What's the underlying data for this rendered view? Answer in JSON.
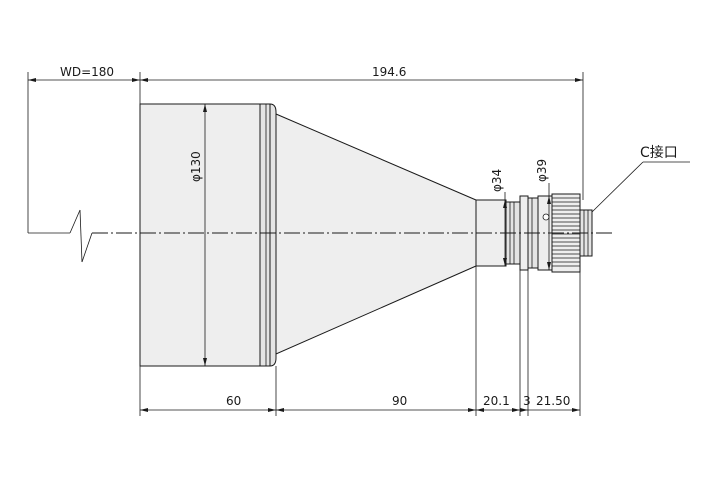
{
  "drawing": {
    "working_distance": "WD=180",
    "overall_length": "194.6",
    "front_diameter": "φ130",
    "rear_diameter_a": "φ34",
    "rear_diameter_b": "φ39",
    "mount_callout": "C接口",
    "length_front": "60",
    "length_cone": "90",
    "length_rear": "20.1",
    "length_mount_a": "3",
    "length_mount_b": "21.50"
  }
}
